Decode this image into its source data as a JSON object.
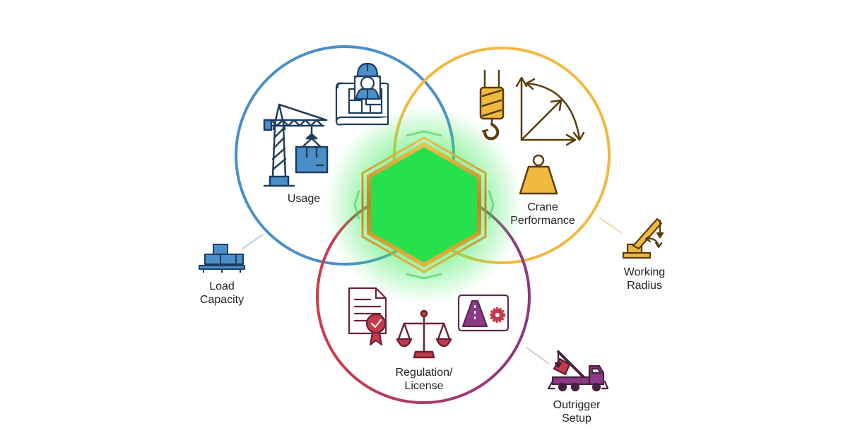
{
  "circles": {
    "usage": {
      "label": "Usage",
      "color": "#4a8fc9"
    },
    "crane_performance": {
      "label": "Crane\nPerformance",
      "color": "#f0b93f"
    },
    "regulation": {
      "label": "Regulation/\nLicense",
      "color": "#c53a49",
      "color_end": "#8a3a86"
    }
  },
  "satellites": {
    "load_capacity": {
      "label": "Load\nCapacity",
      "icon": "stacked-boxes-icon"
    },
    "working_radius": {
      "label": "Working\nRadius",
      "icon": "boom-crane-icon"
    },
    "outrigger_setup": {
      "label": "Outrigger\nSetup",
      "icon": "crane-truck-icon"
    }
  },
  "center": {
    "icon": "glowing-hexagon-icon",
    "glow_color": "#27e04d",
    "frame_color": "#d4a017"
  },
  "icons": {
    "usage": [
      "tower-crane-icon",
      "engineer-blueprint-icon"
    ],
    "crane_performance": [
      "crane-hook-icon",
      "radius-arrows-icon",
      "weight-icon"
    ],
    "regulation": [
      "certificate-icon",
      "scales-icon",
      "license-card-icon"
    ]
  },
  "colors": {
    "blue": "#4a8fc9",
    "dark_blue": "#1f3c5e",
    "yellow": "#f0b93f",
    "dark_brown": "#6b4a12",
    "red": "#c53a49",
    "purple": "#8a3a86"
  }
}
